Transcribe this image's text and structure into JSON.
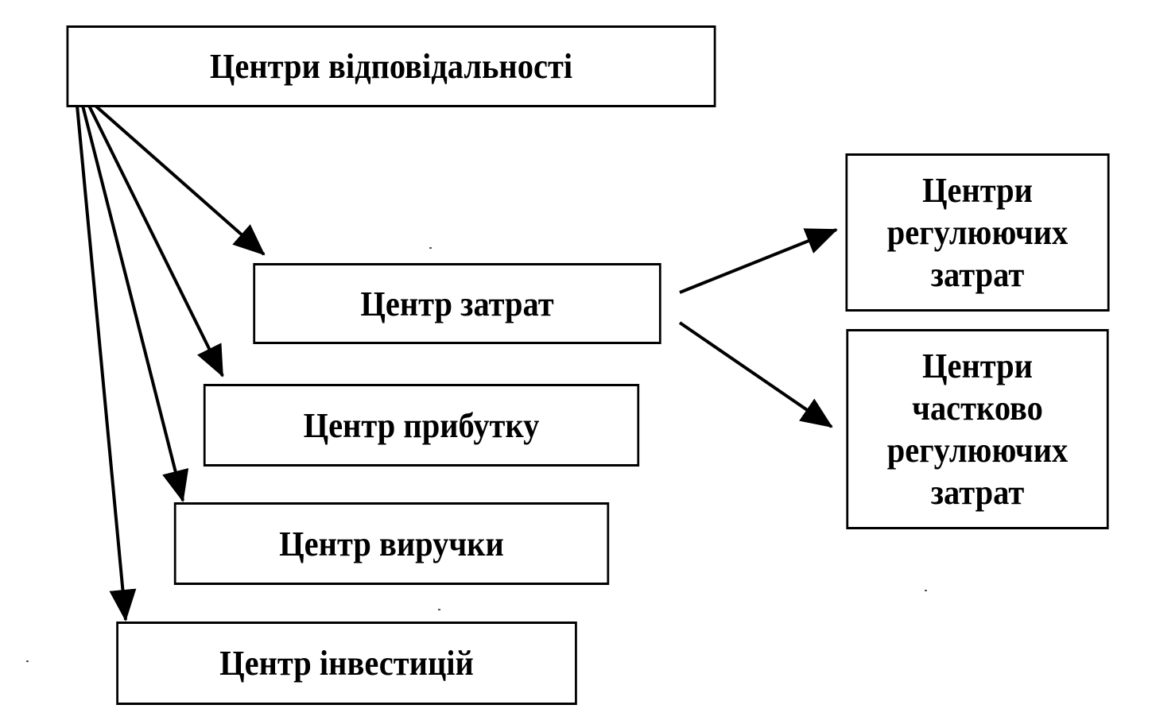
{
  "diagram": {
    "root": {
      "label": "Центри відповідальності"
    },
    "nodes": {
      "costs": {
        "label": "Центр затрат"
      },
      "profit": {
        "label": "Центр прибутку"
      },
      "revenue": {
        "label": "Центр виручки"
      },
      "investment": {
        "label": "Центр інвестицій"
      },
      "regulated_costs": {
        "lines": [
          "Центри",
          "регулюючих",
          "затрат"
        ]
      },
      "partially_regulated_costs": {
        "lines": [
          "Центри",
          "частково",
          "регулюючих",
          "затрат"
        ]
      }
    },
    "edges": [
      {
        "from": "root",
        "to": "costs"
      },
      {
        "from": "root",
        "to": "profit"
      },
      {
        "from": "root",
        "to": "revenue"
      },
      {
        "from": "root",
        "to": "investment"
      },
      {
        "from": "costs",
        "to": "regulated_costs"
      },
      {
        "from": "costs",
        "to": "partially_regulated_costs"
      }
    ],
    "colors": {
      "line": "#000000",
      "box_fill": "#ffffff",
      "text": "#000000"
    }
  }
}
